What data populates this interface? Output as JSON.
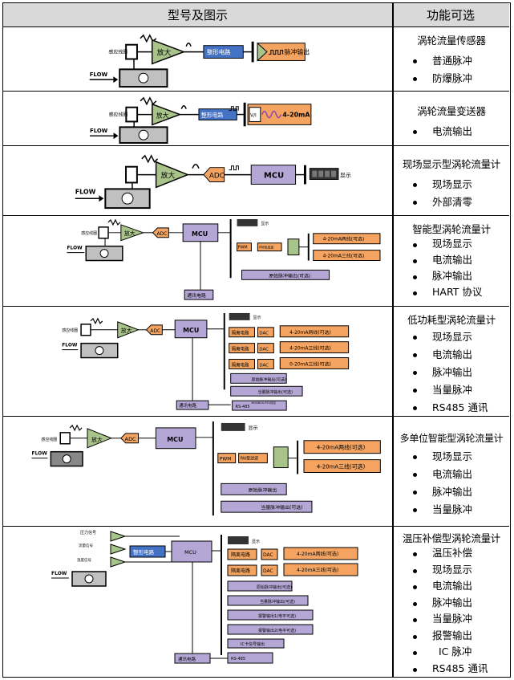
{
  "header": {
    "col1": "型号及图示",
    "col2": "功能可选"
  },
  "labels": {
    "flow": "FLOW",
    "sensor_coil": "感应线圈",
    "amplify": "放大",
    "shaping": "整形电路",
    "pulse_out": "脉冲输出",
    "current_420": "4-20mA",
    "adc": "ADC",
    "mcu": "MCU",
    "display": "显示",
    "pwm": "PWM",
    "pai_filter": "PAI型滤波",
    "ma_2wire_opt": "4-20mA两线(可选)",
    "ma_3wire_opt": "4-20mA三线(可选)",
    "ma_010_opt": "0-20mA三线(可选)",
    "raw_pulse_opt": "原始脉冲输出(可选)",
    "raw_pulse": "原始脉冲输出",
    "eq_pulse_opt": "当量脉冲输出(可选)",
    "comm": "通讯电路",
    "isolation": "隔离电路",
    "dac": "DAC",
    "rs485": "RS-485",
    "modbus": "MODBUS-RTU协议",
    "pressure_signal": "压力信号",
    "temp_signal": "温度信号",
    "flow_signal": "流量信号",
    "alarm1": "报警输出1(电平可选)",
    "alarm2": "报警输出2(电平可选)",
    "ic_card": "IC卡信号输出",
    "vi": "V/I"
  },
  "rows": [
    {
      "title": "涡轮流量传感器",
      "items": [
        "普通脉冲",
        "防爆脉冲"
      ]
    },
    {
      "title": "涡轮流量变送器",
      "items": [
        "电流输出"
      ]
    },
    {
      "title": "现场显示型涡轮流量计",
      "items": [
        "现场显示",
        "外部清零"
      ]
    },
    {
      "title": "智能型涡轮流量计",
      "items": [
        "现场显示",
        "电流输出",
        "脉冲输出",
        "HART 协议"
      ]
    },
    {
      "title": "低功耗型涡轮流量计",
      "items": [
        "现场显示",
        "电流输出",
        "脉冲输出",
        "当量脉冲",
        "RS485 通讯"
      ]
    },
    {
      "title": "多单位智能型涡轮流量计",
      "items": [
        "现场显示",
        "电流输出",
        "脉冲输出",
        "当量脉冲"
      ]
    },
    {
      "title": "温压补偿型涡轮流量计",
      "items": [
        "温压补偿",
        "现场显示",
        "电流输出",
        "脉冲输出",
        "当量脉冲",
        "报警输出",
        "IC 脉冲",
        "RS485 通讯"
      ]
    }
  ],
  "colors": {
    "amp": "#a9c48a",
    "shape": "#4472c4",
    "orange": "#f4a460",
    "mcu": "#b4a7d6",
    "gray": "#c0c0c0",
    "wave": "#8e44ad"
  }
}
